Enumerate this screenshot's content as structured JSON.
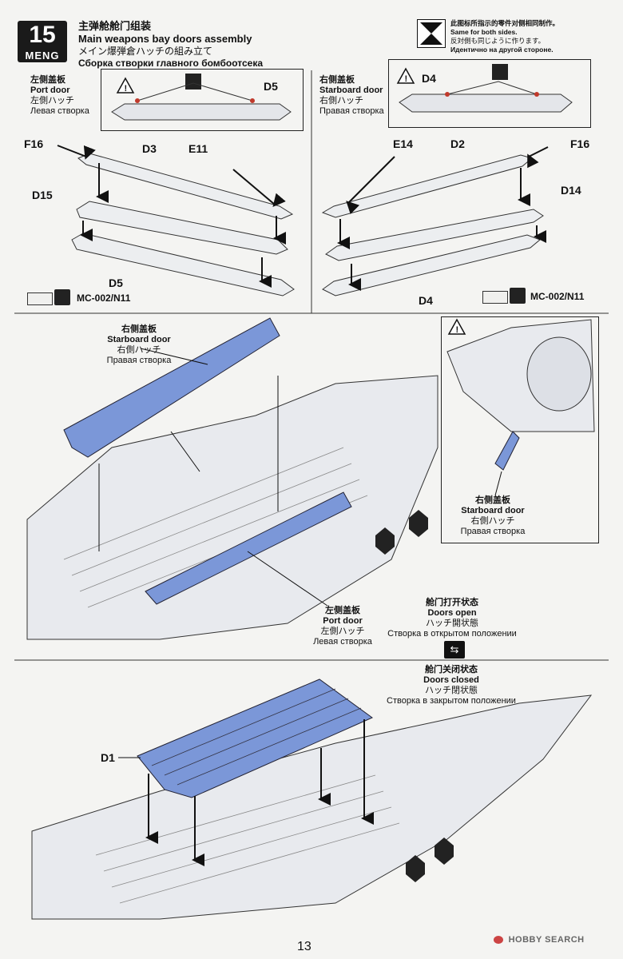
{
  "step": {
    "number": "15",
    "brand": "MENG",
    "title_cn": "主弹舱舱门组装",
    "title_en": "Main weapons bay doors assembly",
    "title_jp": "メイン爆弾倉ハッチの組み立て",
    "title_ru": "Сборка створки главного бомбоотсека"
  },
  "note": {
    "cn": "此图标所指示的零件对侧相同制作。",
    "en": "Same for both sides.",
    "jp": "反対側も同じように作ります。",
    "ru": "Идентично на другой стороне."
  },
  "port_door": {
    "cn": "左侧盖板",
    "en": "Port door",
    "jp": "左側ハッチ",
    "ru": "Левая створка"
  },
  "starboard_door": {
    "cn": "右侧盖板",
    "en": "Starboard door",
    "jp": "右側ハッチ",
    "ru": "Правая створка"
  },
  "doors_open": {
    "cn": "舱门打开状态",
    "en": "Doors open",
    "jp": "ハッチ開状態",
    "ru": "Створка в открытом положении"
  },
  "doors_closed": {
    "cn": "舱门关闭状态",
    "en": "Doors closed",
    "jp": "ハッチ閉状態",
    "ru": "Створка в закрытом положении"
  },
  "parts": {
    "d5": "D5",
    "d4": "D4",
    "d3": "D3",
    "d2": "D2",
    "d15": "D15",
    "d14": "D14",
    "e11": "E11",
    "e14": "E14",
    "f16": "F16",
    "d1": "D1"
  },
  "paint_code": "MC-002/N11",
  "page_number": "13",
  "watermark": "HOBBY SEARCH",
  "colors": {
    "door_blue": "#7b97d8",
    "paint_swatch": "#f0f0ee"
  }
}
